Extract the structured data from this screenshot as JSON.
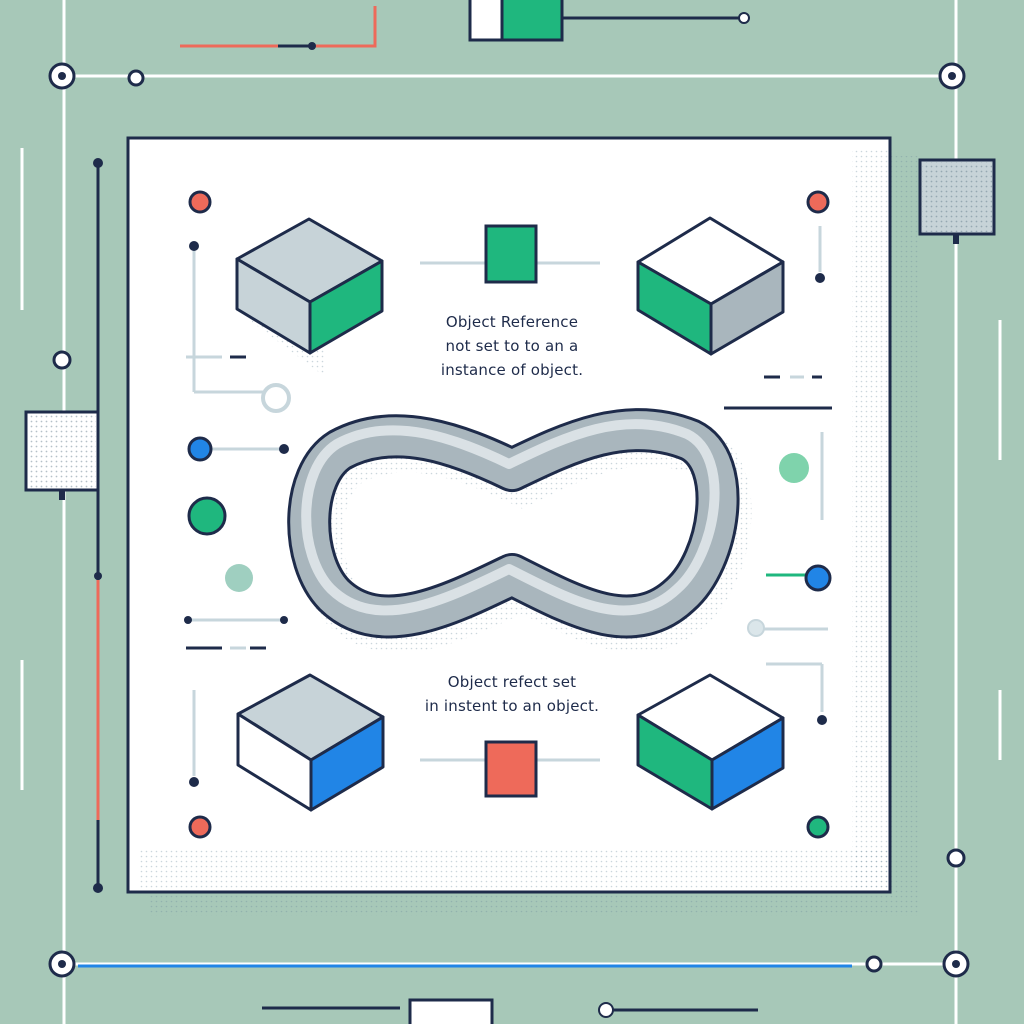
{
  "captions": {
    "top": [
      "Object Reference",
      "not set to to an a",
      "instance of object."
    ],
    "bottom": [
      "Object refect set",
      "in instent to an object."
    ]
  },
  "colors": {
    "background": "#a7c8b8",
    "card": "#ffffff",
    "outline": "#1e2b4a",
    "green": "#1fb77e",
    "blue": "#2185e6",
    "coral": "#ee6a5a",
    "gray": "#c7d3d8",
    "loop": "#a9b6bd"
  },
  "icons": [
    "infinity-loop-icon",
    "isometric-cube-icon",
    "square-node-icon",
    "circle-node-icon"
  ]
}
